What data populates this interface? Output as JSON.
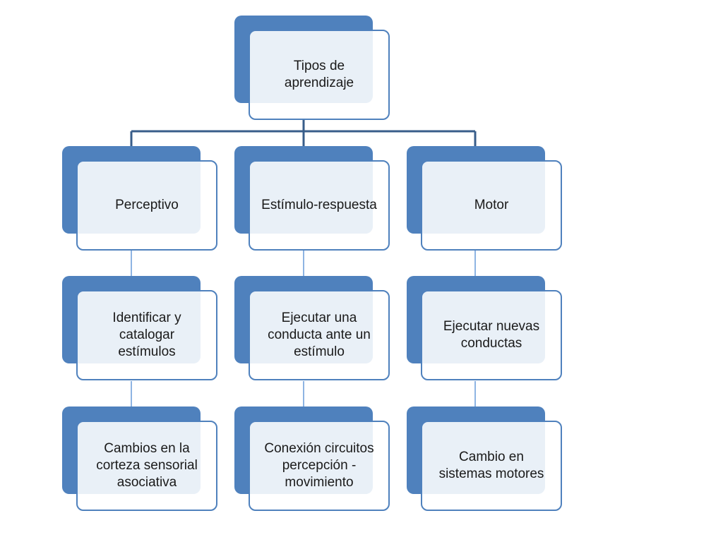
{
  "colors": {
    "accent": "#4f81bd",
    "connector": "#385d8a"
  },
  "diagram": {
    "root": {
      "label": "Tipos de\naprendizaje"
    },
    "columns": [
      {
        "type": {
          "label": "Perceptivo"
        },
        "function": {
          "label": "Identificar y\ncatalogar\nestímulos"
        },
        "basis": {
          "label": "Cambios en la\ncorteza sensorial\nasociativa"
        }
      },
      {
        "type": {
          "label": "Estímulo-respuesta"
        },
        "function": {
          "label": "Ejecutar una\nconducta ante un\nestímulo"
        },
        "basis": {
          "label": "Conexión circuitos\npercepción -\nmovimiento"
        }
      },
      {
        "type": {
          "label": "Motor"
        },
        "function": {
          "label": "Ejecutar nuevas\nconductas"
        },
        "basis": {
          "label": "Cambio en\nsistemas motores"
        }
      }
    ]
  }
}
